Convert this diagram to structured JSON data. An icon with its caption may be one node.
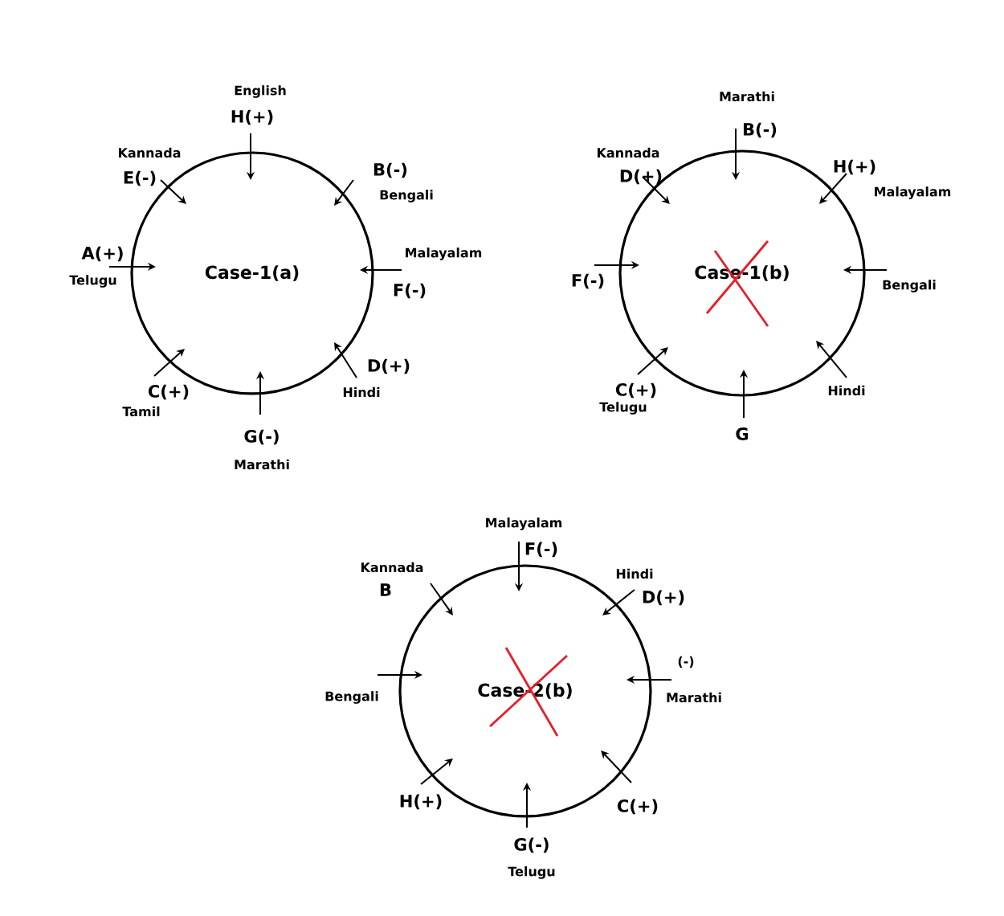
{
  "diagram": {
    "nodes": [
      {
        "text": [
          "Case-1(a)"
        ]
      },
      {
        "text": [
          "Case-1(b)"
        ]
      },
      {
        "text": [
          "Case-2(b)"
        ]
      }
    ],
    "labels": [
      "English",
      "H(+)",
      "Kannada",
      "E(-)",
      "B(-)",
      "Bengali",
      "A(+)",
      "Telugu",
      "Malayalam",
      "F(-)",
      "D(+)",
      "Hindi",
      "C(+)",
      "Tamil",
      "G(-)",
      "Marathi",
      "Marathi",
      "B(-)",
      "Kannada",
      "D(+)",
      "H(+)",
      "Malayalam",
      "F(-)",
      "Bengali",
      "C(+)",
      "Telugu",
      "Hindi",
      "G",
      "Malayalam",
      "F(-)",
      "Kannada",
      "B",
      "Hindi",
      "D(+)",
      "(-)",
      "Bengali",
      "Marathi",
      "H(+)",
      "C(+)",
      "G(-)",
      "Telugu"
    ]
  }
}
